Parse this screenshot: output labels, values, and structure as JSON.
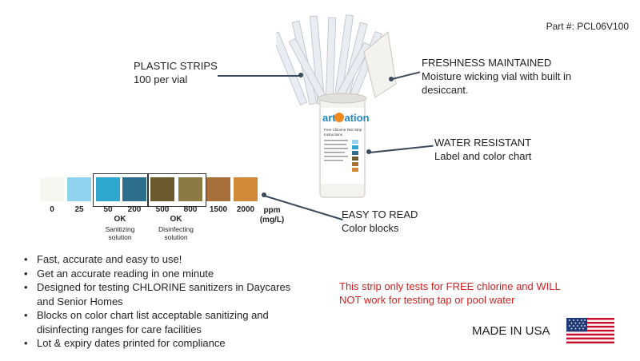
{
  "part_number": "Part #: PCL06V100",
  "callouts": {
    "plastic": {
      "title": "PLASTIC STRIPS",
      "sub": "100 per vial"
    },
    "fresh": {
      "title": "FRESHNESS MAINTAINED",
      "sub": "Moisture wicking vial with built in desiccant."
    },
    "water": {
      "title": "WATER RESISTANT",
      "sub": "Label and color chart"
    },
    "easy": {
      "title": "EASY TO READ",
      "sub": "Color blocks"
    }
  },
  "chart": {
    "swatches": [
      {
        "label": "0",
        "color": "#f6f7f1"
      },
      {
        "label": "25",
        "color": "#8fd3ef"
      },
      {
        "label": "50",
        "color": "#2ea6cf"
      },
      {
        "label": "200",
        "color": "#2d6e8c"
      },
      {
        "label": "500",
        "color": "#6b5a2c"
      },
      {
        "label": "800",
        "color": "#8c7a45"
      },
      {
        "label": "1500",
        "color": "#a8703a"
      },
      {
        "label": "2000",
        "color": "#d18a38"
      }
    ],
    "unit": "ppm (mg/L)",
    "ok_label": "OK",
    "sanitizing": "Sanitizing solution",
    "disinfecting": "Disinfecting solution"
  },
  "bullets": [
    "Fast, accurate and easy to use!",
    "Get an accurate reading in one minute",
    "Designed for testing CHLORINE sanitizers in Daycares and Senior Homes",
    "Blocks on color chart list acceptable sanitizing and disinfecting ranges for care facilities",
    "Lot & expiry dates printed for compliance"
  ],
  "warning": "This strip only tests for FREE chlorine and WILL NOT work for testing tap or pool water",
  "made_in": "MADE IN USA",
  "vial_label": {
    "brand": "art vation",
    "line1": "Free Chlorine Test Strip",
    "line2": "Instructions"
  },
  "icons": {
    "flag": "usa-flag-icon",
    "vial": "test-strip-vial-icon"
  }
}
